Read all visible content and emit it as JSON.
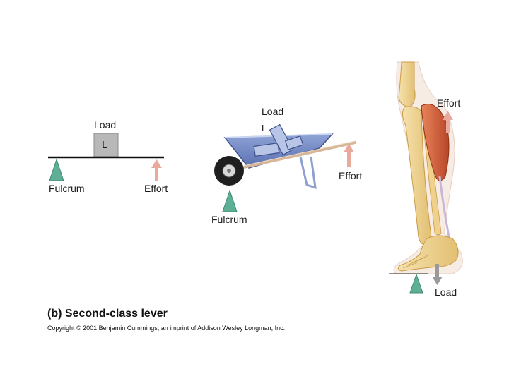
{
  "panel_simple": {
    "load_label": "Load",
    "load_letter": "L",
    "fulcrum_label": "Fulcrum",
    "effort_label": "Effort"
  },
  "panel_wheelbarrow": {
    "load_label": "Load",
    "load_letter": "L",
    "fulcrum_label": "Fulcrum",
    "effort_label": "Effort"
  },
  "panel_leg": {
    "effort_label": "Effort",
    "load_label": "Load"
  },
  "caption": "(b) Second-class lever",
  "copyright": "Copyright © 2001 Benjamin Cummings, an imprint of Addison Wesley Longman, Inc.",
  "colors": {
    "fulcrum": "#5fae96",
    "effort_arrow": "#e9a99d",
    "load_arrow": "#9a9a9a",
    "wheelbarrow": "#6f86c2",
    "bone": "#f1d69a",
    "muscle": "#d9623b"
  }
}
